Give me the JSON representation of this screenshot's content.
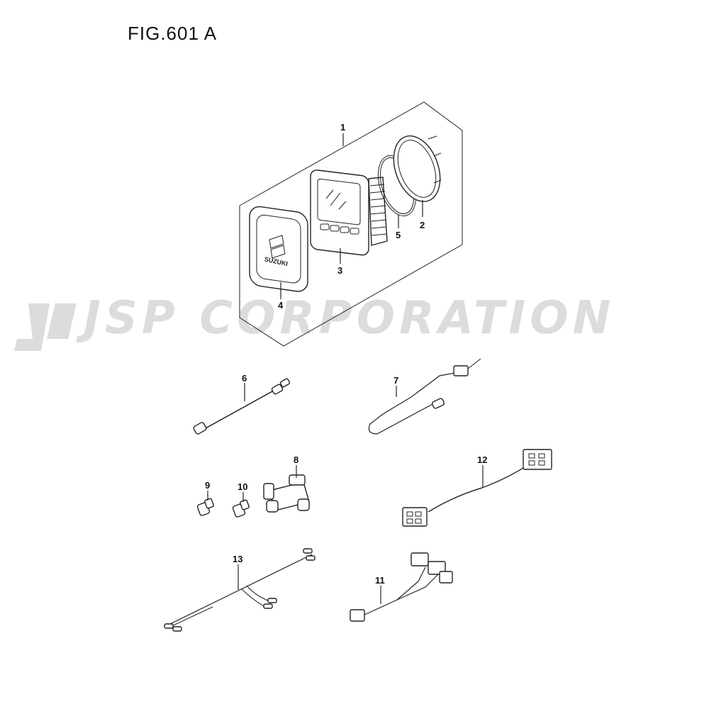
{
  "figure": {
    "title": "FIG.601 A"
  },
  "watermark": {
    "text": "JSP CORPORATION"
  },
  "badge_text": "SUZUKI",
  "callouts": {
    "p1": "1",
    "p2": "2",
    "p3": "3",
    "p4": "4",
    "p5": "5",
    "p6": "6",
    "p7": "7",
    "p8": "8",
    "p9": "9",
    "p10": "10",
    "p11": "11",
    "p12": "12",
    "p13": "13"
  },
  "colors": {
    "line": "#222222",
    "watermark": "#dcdcdc"
  }
}
